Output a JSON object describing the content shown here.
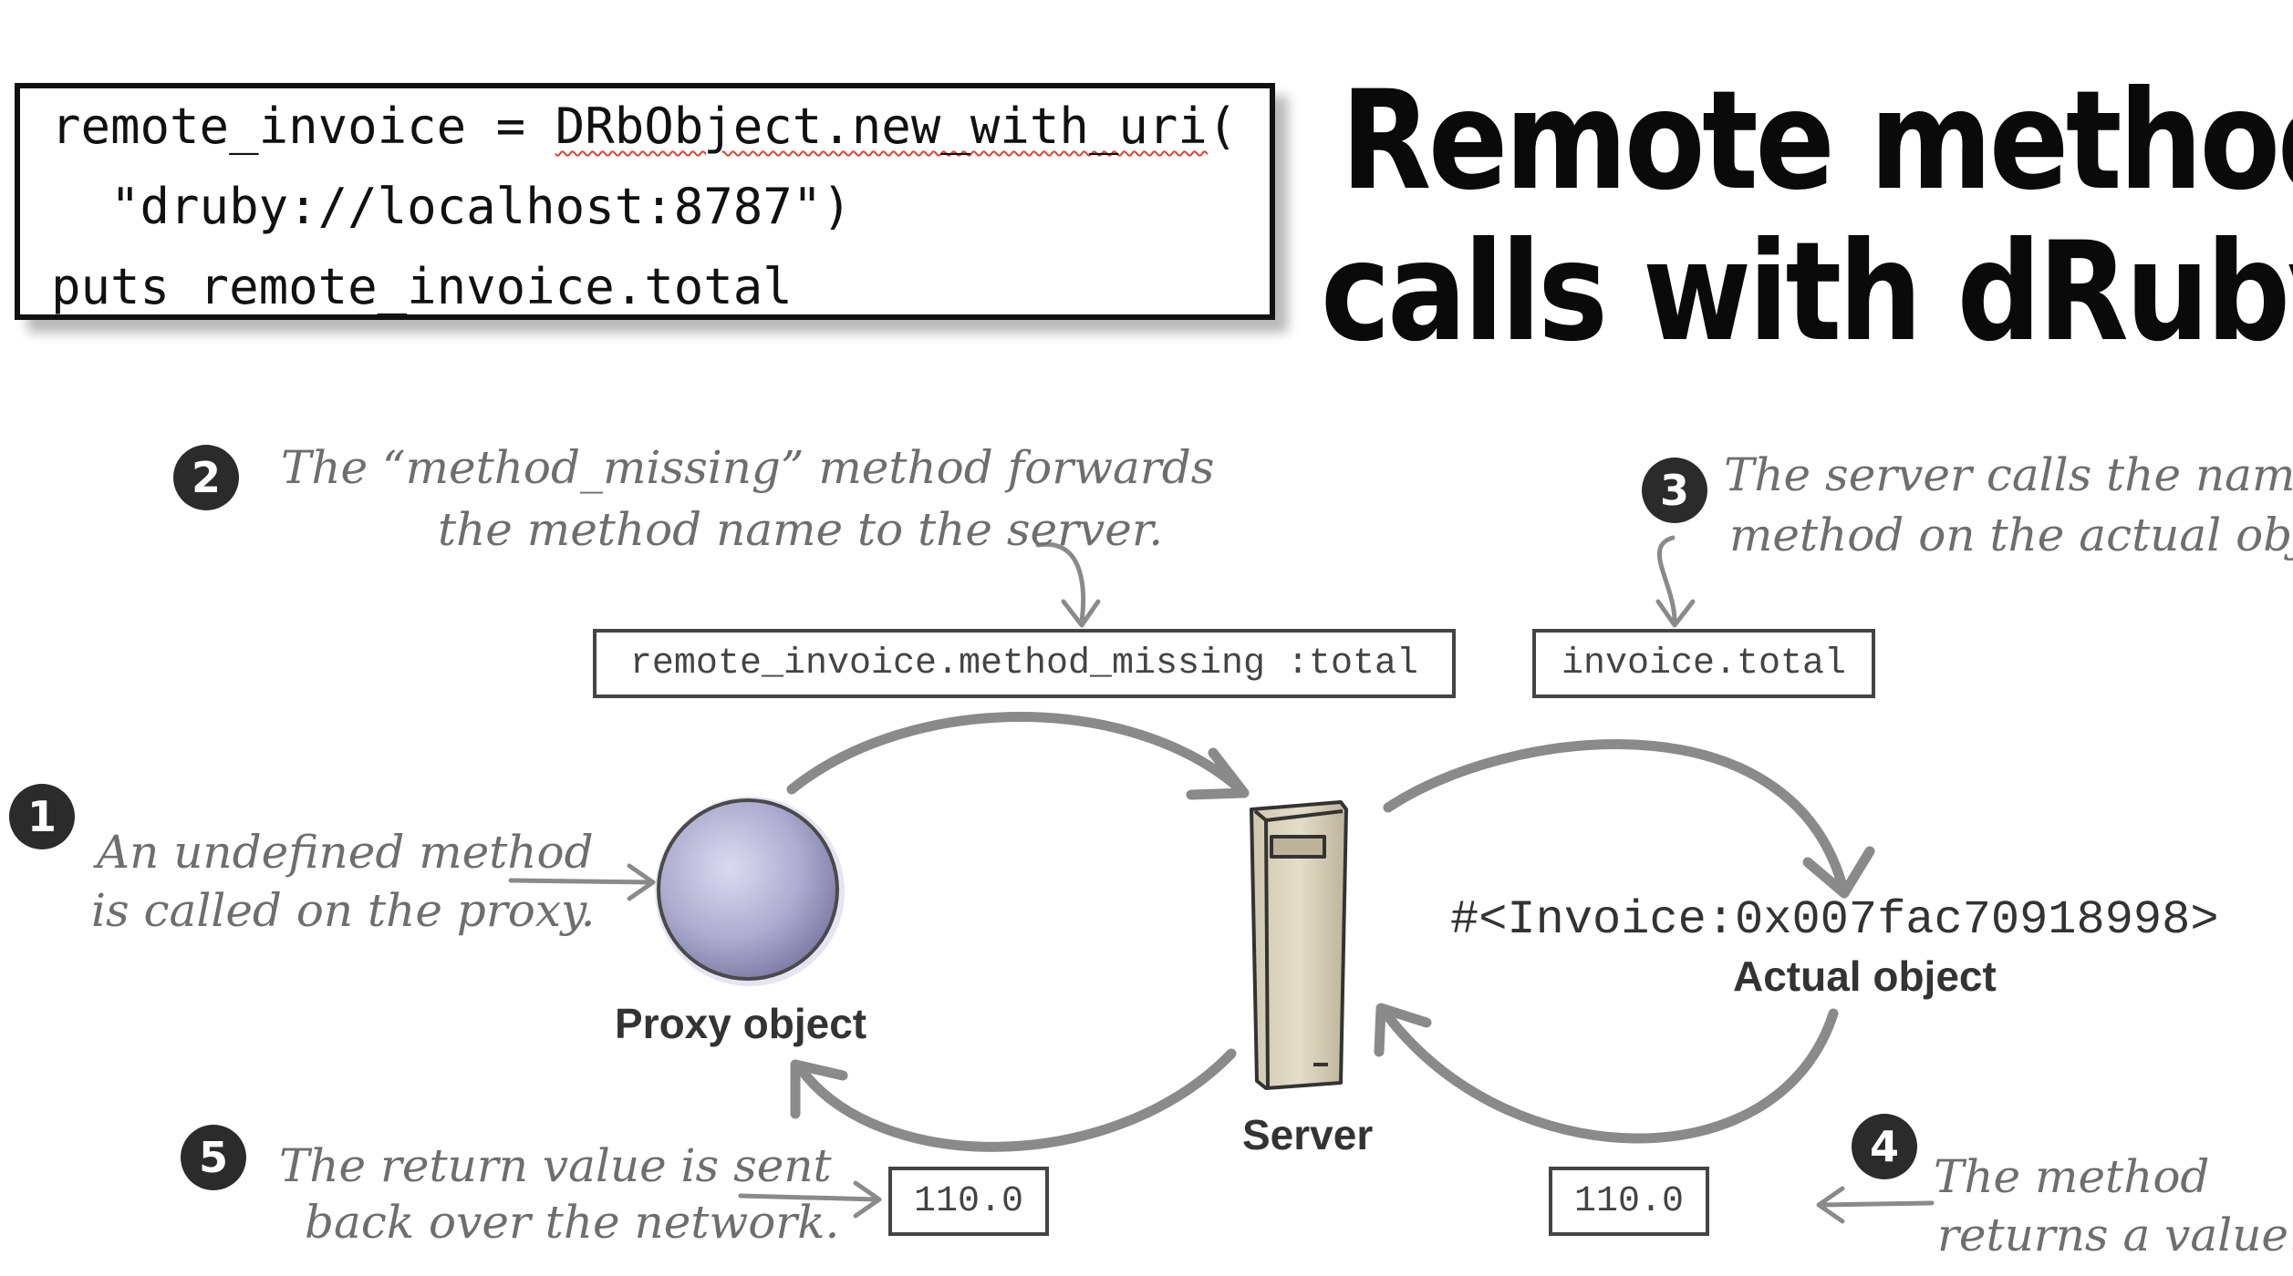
{
  "code": {
    "line1_pre": "remote_invoice = ",
    "line1_squiggle": "DRbObject.new_with_uri",
    "line1_post": "(",
    "line2": "  \"druby://localhost:8787\")",
    "line3": "puts remote_invoice.total"
  },
  "title": {
    "line1": "Remote method",
    "line2": "calls with dRuby"
  },
  "steps": [
    {
      "number": "1",
      "lines": [
        "An undefined method",
        "is called on the proxy."
      ]
    },
    {
      "number": "2",
      "lines": [
        "The “method_missing” method forwards",
        "the method name to the server."
      ]
    },
    {
      "number": "3",
      "lines": [
        "The server calls the named",
        "method on the actual object."
      ]
    },
    {
      "number": "4",
      "lines": [
        "The method",
        "returns a value."
      ]
    },
    {
      "number": "5",
      "lines": [
        "The return value is sent",
        "back over the network."
      ]
    }
  ],
  "boxes": {
    "method_missing": "remote_invoice.method_missing :total",
    "invoice_total": "invoice.total",
    "return_left": "110.0",
    "return_right": "110.0"
  },
  "labels": {
    "proxy": "Proxy object",
    "server": "Server",
    "actual_ref": "#<Invoice:0x007fac70918998>",
    "actual": "Actual object"
  },
  "colors": {
    "arrow": "#8a8a8a",
    "proxy_sphere": "#a9a7c9",
    "server_body": "#d9d2bd",
    "badge": "#2b2b2b"
  },
  "icons": {
    "proxy": "sphere-icon",
    "server": "server-tower-icon"
  }
}
